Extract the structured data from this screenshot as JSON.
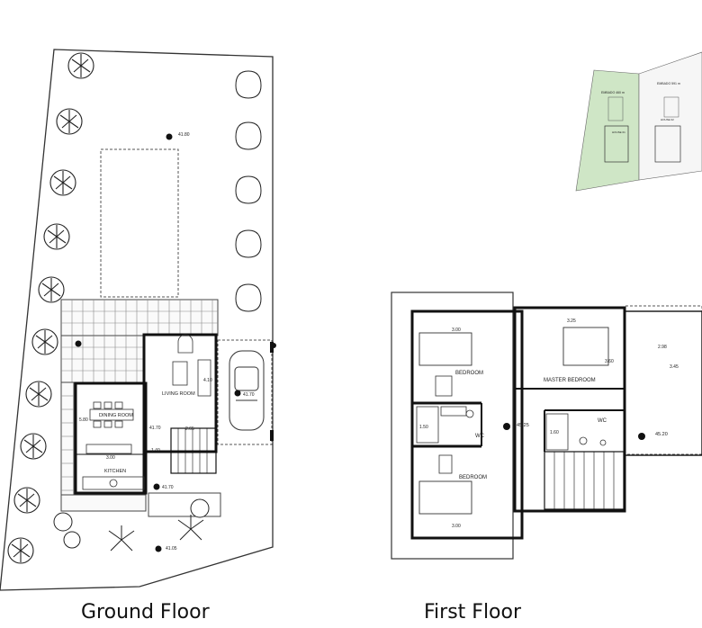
{
  "captions": {
    "ground": "Ground Floor",
    "first": "First Floor"
  },
  "ground_floor": {
    "rooms": {
      "living": "LIVING ROOM",
      "dining": "DINING ROOM",
      "kitchen": "KITCHEN"
    },
    "levels": {
      "garden": "41.80",
      "living": "41.70",
      "parking": "41.70",
      "entry": "41.70",
      "bottom": "41.05"
    },
    "dims": {
      "d1": "4.10",
      "d2": "2.65",
      "d3": "5.80",
      "d4": "1.40",
      "d5": "3.00"
    }
  },
  "first_floor": {
    "rooms": {
      "bedroom1": "BEDROOM",
      "bedroom2": "BEDROOM",
      "master": "MASTER BEDROOM",
      "wc1": "WC",
      "wc2": "WC"
    },
    "levels": {
      "hall": "45.25",
      "terrace": "45.20"
    },
    "dims": {
      "d1": "3.00",
      "d2": "3.25",
      "d3": "2.98",
      "d4": "3.45",
      "d5": "3.60",
      "d6": "1.50",
      "d7": "1.60",
      "d8": "3.00"
    }
  },
  "site_plan": {
    "label1": "EMBADO 460 m",
    "label2": "EMBADO 591 m",
    "house1": "HOUSE 01",
    "house2": "HOUSE 02"
  },
  "colors": {
    "site_highlight": "#cfe6c6",
    "wall": "#111111",
    "line": "#444444"
  }
}
